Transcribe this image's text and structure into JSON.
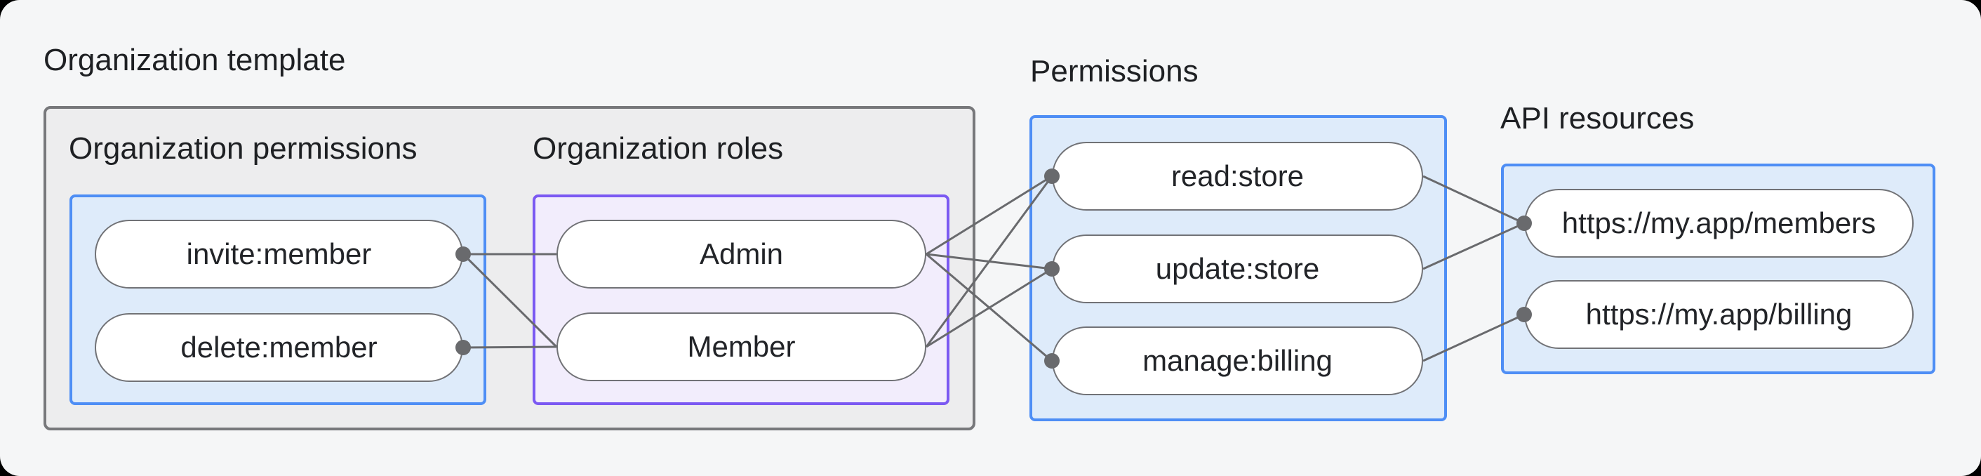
{
  "page": {
    "background": "#f5f6f7"
  },
  "diagram": {
    "org_template": {
      "title": "Organization template"
    },
    "org_permissions": {
      "title": "Organization permissions",
      "nodes": {
        "invite": "invite:member",
        "delete": "delete:member"
      }
    },
    "org_roles": {
      "title": "Organization roles",
      "nodes": {
        "admin": "Admin",
        "member": "Member"
      }
    },
    "permissions": {
      "title": "Permissions",
      "nodes": {
        "read": "read:store",
        "update": "update:store",
        "manage": "manage:billing"
      }
    },
    "api_resources": {
      "title": "API resources",
      "nodes": {
        "members": "https://my.app/members",
        "billing": "https://my.app/billing"
      }
    },
    "edges": [
      {
        "from": "invite",
        "to": "admin"
      },
      {
        "from": "invite",
        "to": "member"
      },
      {
        "from": "delete",
        "to": "member"
      },
      {
        "from": "admin",
        "to": "read"
      },
      {
        "from": "admin",
        "to": "update"
      },
      {
        "from": "admin",
        "to": "manage"
      },
      {
        "from": "member",
        "to": "read"
      },
      {
        "from": "member",
        "to": "update"
      },
      {
        "from": "read",
        "to": "members"
      },
      {
        "from": "update",
        "to": "members"
      },
      {
        "from": "manage",
        "to": "billing"
      }
    ],
    "dots": [
      {
        "node": "invite",
        "side": "right"
      },
      {
        "node": "delete",
        "side": "right"
      },
      {
        "node": "read",
        "side": "left"
      },
      {
        "node": "update",
        "side": "left"
      },
      {
        "node": "manage",
        "side": "left"
      },
      {
        "node": "members",
        "side": "left"
      },
      {
        "node": "billing",
        "side": "left"
      }
    ],
    "colors": {
      "connector": "#696a6d",
      "blue_border": "#4e8ef5",
      "blue_fill": "#deebfa",
      "purple_border": "#7b59f2",
      "purple_fill": "#f2edfc",
      "gray_border": "#77787b",
      "gray_fill": "#ededee",
      "pill_border": "#717276",
      "text": "#1e2023"
    }
  }
}
